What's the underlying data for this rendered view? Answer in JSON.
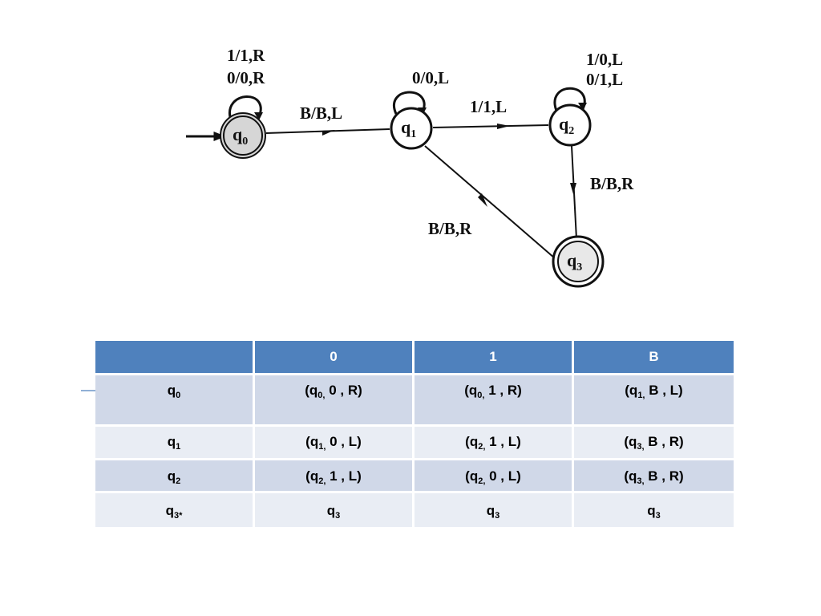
{
  "diagram": {
    "states": [
      {
        "id": "q0",
        "base": "q",
        "sub": "0",
        "start": true,
        "accept": false
      },
      {
        "id": "q1",
        "base": "q",
        "sub": "1",
        "start": false,
        "accept": false
      },
      {
        "id": "q2",
        "base": "q",
        "sub": "2",
        "start": false,
        "accept": false
      },
      {
        "id": "q3",
        "base": "q",
        "sub": "3",
        "start": false,
        "accept": true
      }
    ],
    "transitions": [
      {
        "from": "q0",
        "to": "q0",
        "labels": [
          "1/1,R",
          "0/0,R"
        ]
      },
      {
        "from": "q0",
        "to": "q1",
        "labels": [
          "B/B,L"
        ]
      },
      {
        "from": "q1",
        "to": "q1",
        "labels": [
          "0/0,L"
        ]
      },
      {
        "from": "q1",
        "to": "q2",
        "labels": [
          "1/1,L"
        ]
      },
      {
        "from": "q2",
        "to": "q2",
        "labels": [
          "1/0,L",
          "0/1,L"
        ]
      },
      {
        "from": "q2",
        "to": "q3",
        "labels": [
          "B/B,R"
        ]
      },
      {
        "from": "q1",
        "to": "q3",
        "labels": [
          "B/B,R"
        ]
      }
    ]
  },
  "table": {
    "headers": [
      "",
      "0",
      "1",
      "B"
    ],
    "rows": [
      {
        "state": {
          "base": "q",
          "sub": "0",
          "mark": ""
        },
        "cells": [
          {
            "pre": "(q",
            "sub": "0,",
            "post": " 0 , R)"
          },
          {
            "pre": "(q",
            "sub": "0,",
            "post": " 1 , R)"
          },
          {
            "pre": "(q",
            "sub": "1,",
            "post": " B , L)"
          }
        ]
      },
      {
        "state": {
          "base": "q",
          "sub": "1",
          "mark": ""
        },
        "cells": [
          {
            "pre": "(q",
            "sub": "1,",
            "post": " 0 , L)"
          },
          {
            "pre": "(q",
            "sub": "2,",
            "post": " 1 , L)"
          },
          {
            "pre": "(q",
            "sub": "3,",
            "post": " B , R)"
          }
        ]
      },
      {
        "state": {
          "base": "q",
          "sub": "2",
          "mark": ""
        },
        "cells": [
          {
            "pre": "(q",
            "sub": "2,",
            "post": " 1 , L)"
          },
          {
            "pre": "(q",
            "sub": "2,",
            "post": " 0 , L)"
          },
          {
            "pre": "(q",
            "sub": "3,",
            "post": " B , R)"
          }
        ]
      },
      {
        "state": {
          "base": "q",
          "sub": "3",
          "mark": "*"
        },
        "cells": [
          {
            "pre": "q",
            "sub": "3",
            "post": ""
          },
          {
            "pre": "q",
            "sub": "3",
            "post": ""
          },
          {
            "pre": "q",
            "sub": "3",
            "post": ""
          }
        ]
      }
    ]
  }
}
